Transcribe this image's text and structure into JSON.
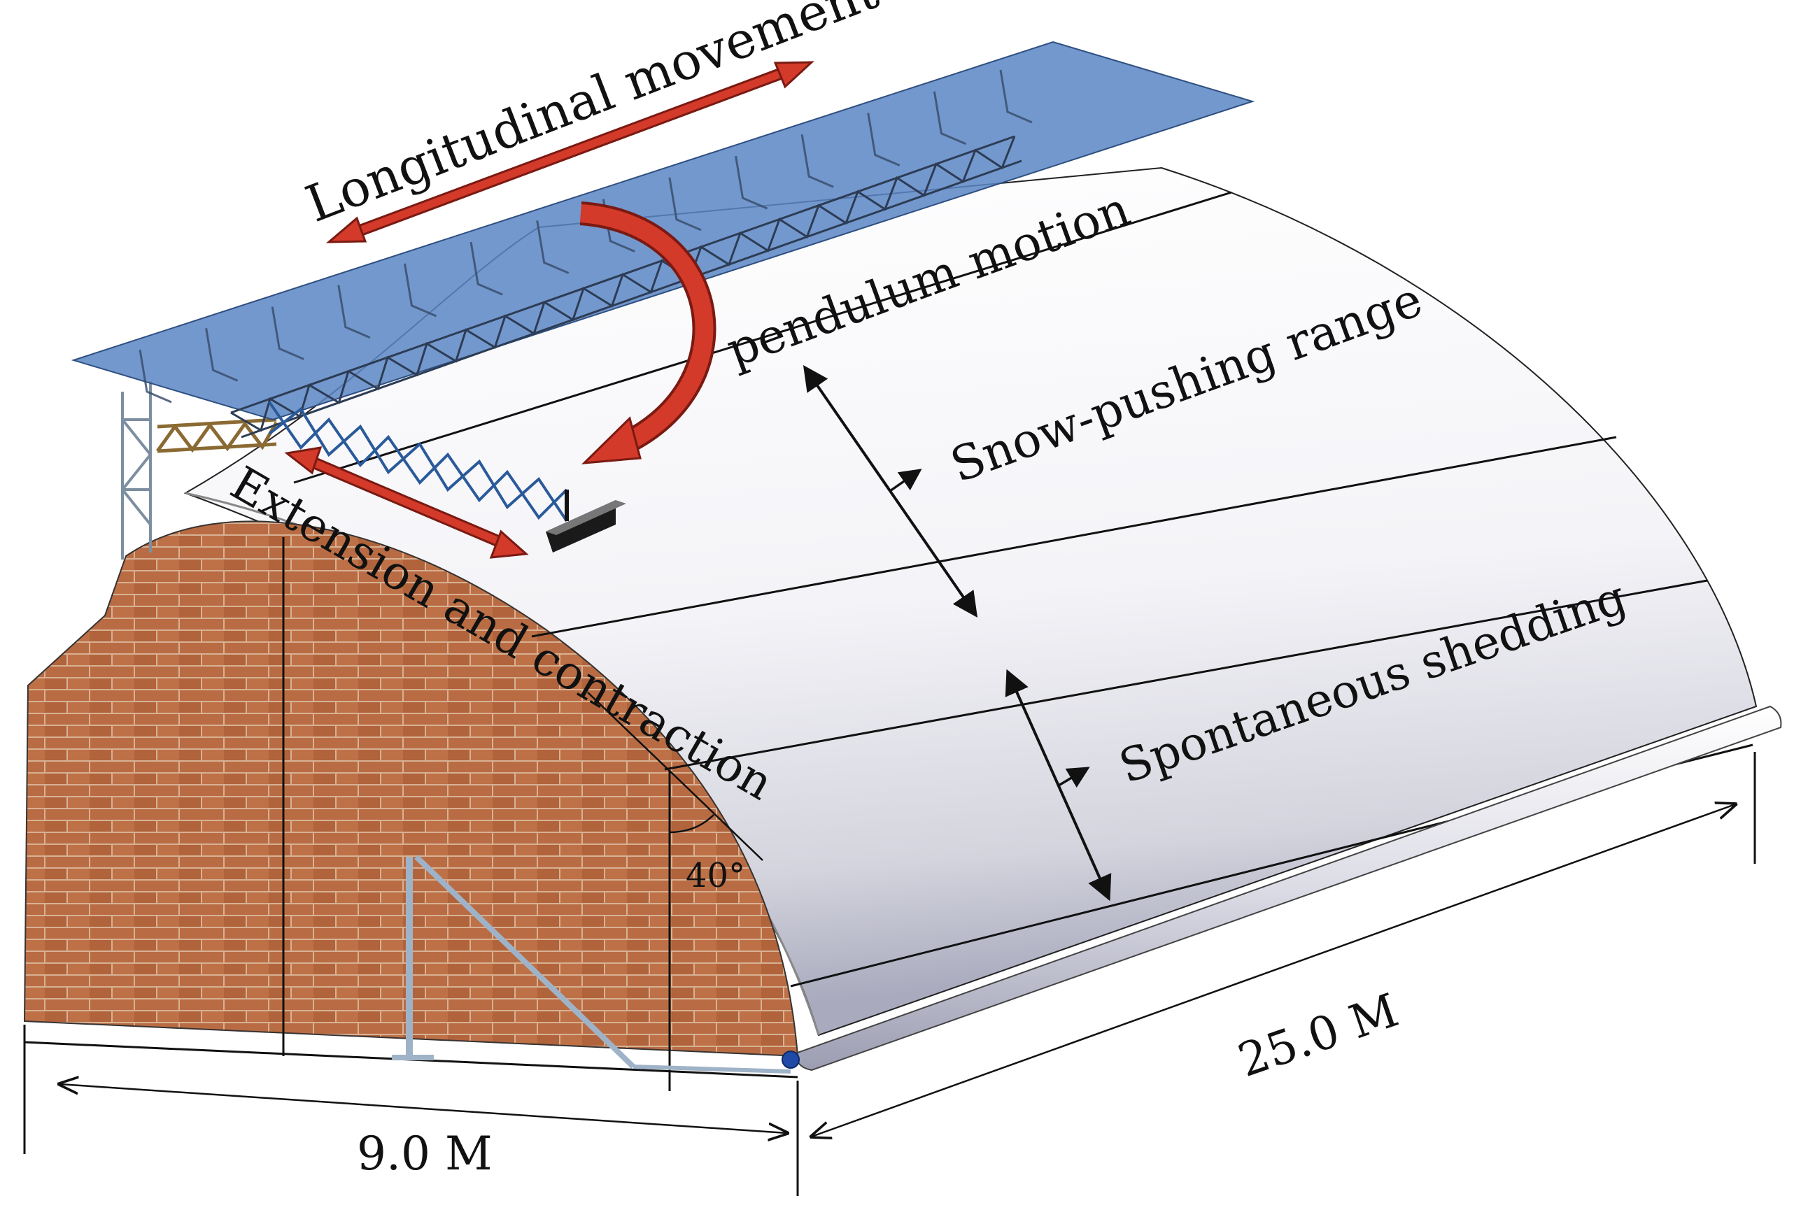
{
  "labels": {
    "longitudinal": "Longitudinal movement",
    "pendulum": "pendulum motion",
    "snow_pushing": "Snow-pushing range",
    "extension": "Extension and contraction",
    "spontaneous": "Spontaneous shedding",
    "angle": "40°",
    "length": "25.0 M",
    "span": "9.0 M"
  },
  "colors": {
    "rail_panel": "#5b86c4",
    "rail_frame": "#3f5f94",
    "arrow_red": "#c0392b",
    "brick": "#c0724a",
    "mortar": "#e9cfb6",
    "roof_light": "#ffffff",
    "roof_dark": "#b4b5c6",
    "ink": "#111111"
  }
}
